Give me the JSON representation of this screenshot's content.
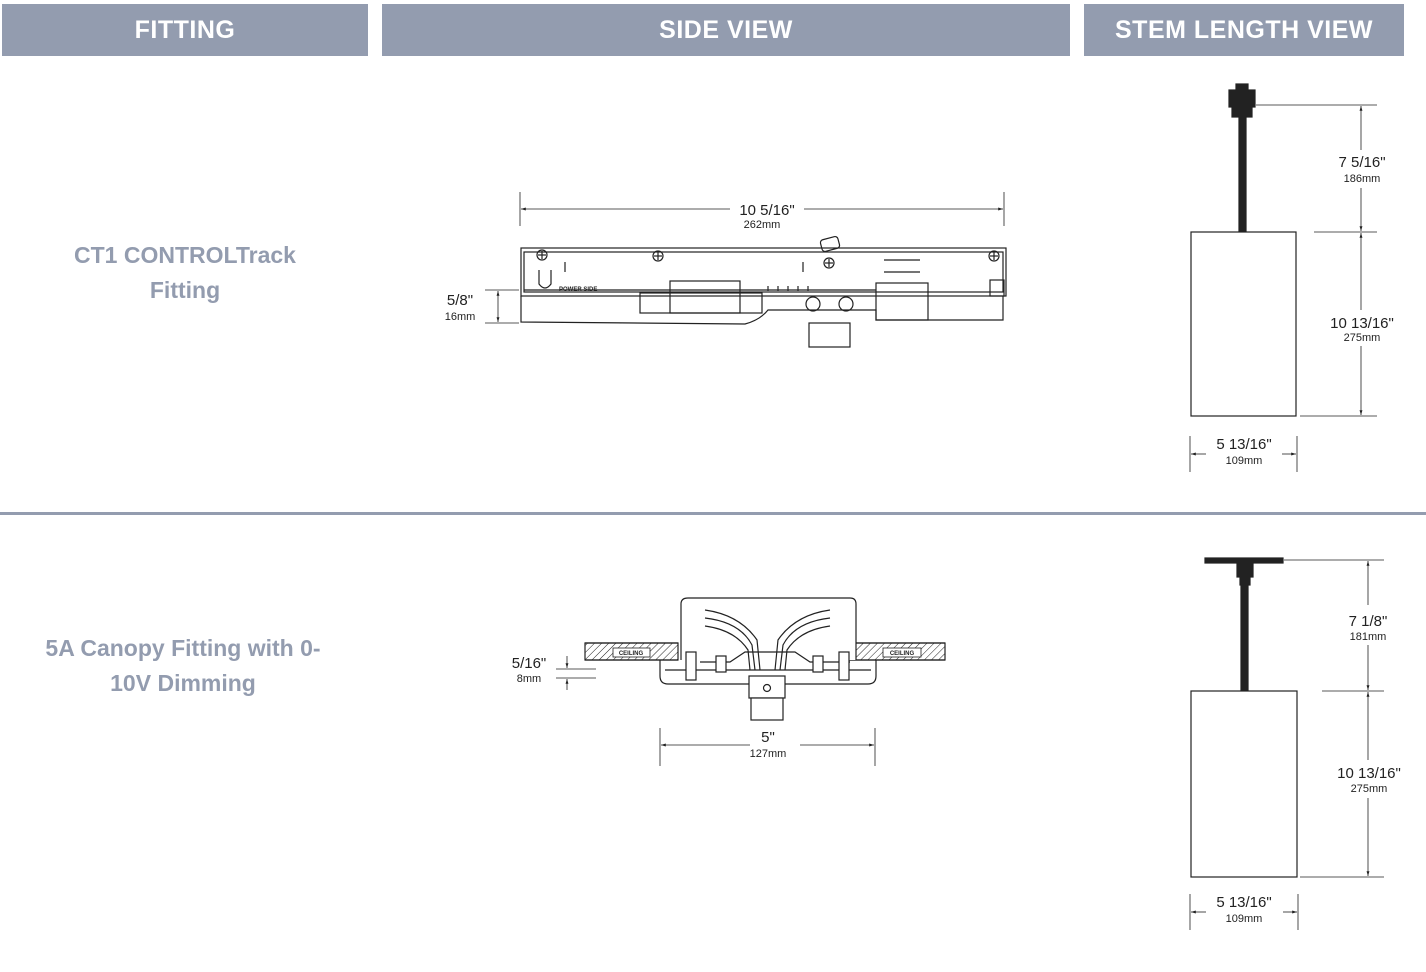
{
  "headers": {
    "fitting": "FITTING",
    "side_view": "SIDE VIEW",
    "stem_length_view": "STEM LENGTH VIEW"
  },
  "rows": [
    {
      "fitting_label": "CT1 CONTROLTrack Fitting",
      "side_width_in": "10 5/16\"",
      "side_width_mm": "262mm",
      "side_height_in": "5/8\"",
      "side_height_mm": "16mm",
      "power_side_label": "POWER SIDE",
      "stem_in": "7 5/16\"",
      "stem_mm": "186mm",
      "body_height_in": "10 13/16\"",
      "body_height_mm": "275mm",
      "body_width_in": "5 13/16\"",
      "body_width_mm": "109mm"
    },
    {
      "fitting_label": "5A Canopy Fitting with 0-10V Dimming",
      "side_width_in": "5\"",
      "side_width_mm": "127mm",
      "side_height_in": "5/16\"",
      "side_height_mm": "8mm",
      "ceiling_label": "CEILING",
      "stem_in": "7 1/8\"",
      "stem_mm": "181mm",
      "body_height_in": "10 13/16\"",
      "body_height_mm": "275mm",
      "body_width_in": "5 13/16\"",
      "body_width_mm": "109mm"
    }
  ],
  "colors": {
    "header_bg": "#939caf",
    "label_text": "#939caf",
    "line": "#222222"
  }
}
